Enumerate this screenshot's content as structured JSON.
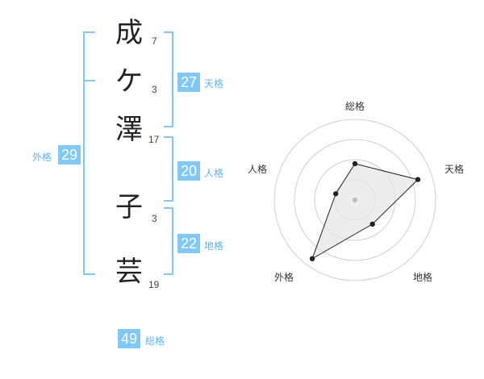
{
  "name": {
    "chars": [
      {
        "char": "成",
        "strokes": "7"
      },
      {
        "char": "ケ",
        "strokes": "3"
      },
      {
        "char": "澤",
        "strokes": "17"
      },
      {
        "char": "子",
        "strokes": "3"
      },
      {
        "char": "芸",
        "strokes": "19"
      }
    ]
  },
  "kakusu": {
    "tenkaku": {
      "value": "27",
      "label": "天格"
    },
    "jinkaku": {
      "value": "20",
      "label": "人格"
    },
    "chikaku": {
      "value": "22",
      "label": "地格"
    },
    "gaikaku": {
      "value": "29",
      "label": "外格"
    },
    "soukaku": {
      "value": "49",
      "label": "総格"
    }
  },
  "colors": {
    "accent": "#7fc8f8",
    "bracket": "#7fc8f8",
    "radar_fill": "#e6e6e6"
  },
  "chart_data": {
    "type": "radar",
    "axes": [
      "総格",
      "天格",
      "地格",
      "外格",
      "人格"
    ],
    "values": [
      0.45,
      0.82,
      0.37,
      0.9,
      0.25
    ],
    "rings": 4,
    "range": [
      0,
      1
    ]
  }
}
